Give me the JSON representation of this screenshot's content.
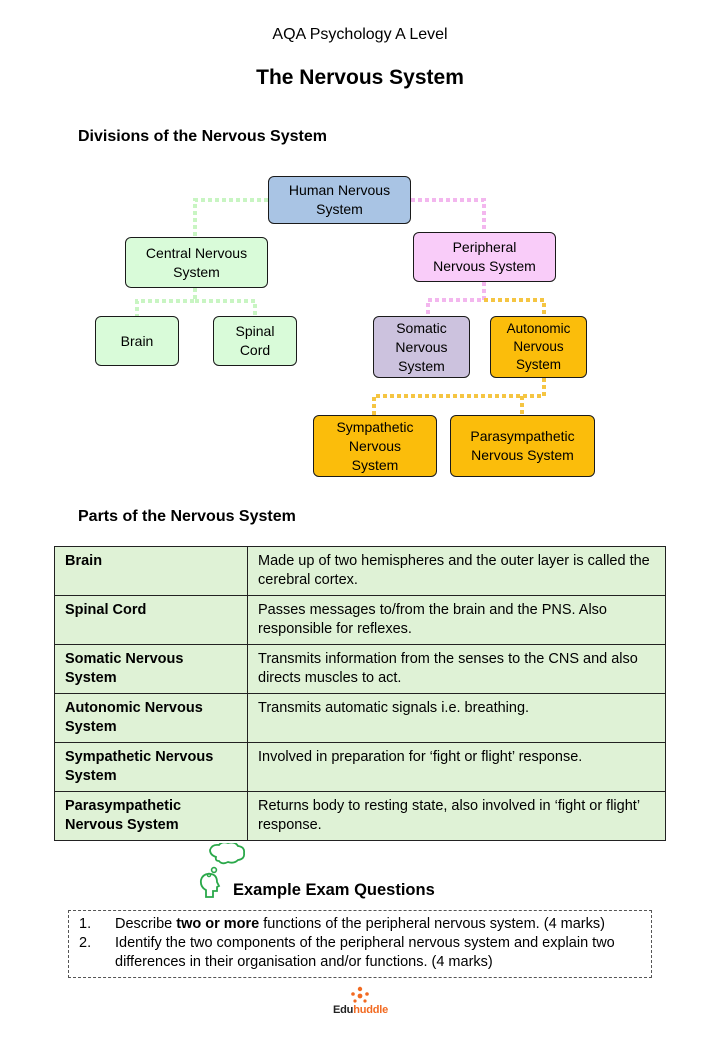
{
  "header": {
    "subtitle": "AQA Psychology A Level",
    "title": "The Nervous System"
  },
  "divisions": {
    "heading": "Divisions of the Nervous System",
    "nodes": {
      "human": "Human Nervous\nSystem",
      "cns": "Central Nervous\nSystem",
      "pns": "Peripheral\nNervous System",
      "brain": "Brain",
      "spinal": "Spinal\nCord",
      "somatic": "Somatic\nNervous\nSystem",
      "autonomic": "Autonomic\nNervous\nSystem",
      "sympathetic": "Sympathetic\nNervous\nSystem",
      "parasympathetic": "Parasympathetic\nNervous System"
    },
    "colors": {
      "green": "#d9fbd9",
      "blue": "#a9c4e4",
      "pink": "#f9ccf9",
      "purple": "#ccc2de",
      "orange": "#fbbd0b"
    }
  },
  "parts": {
    "heading": "Parts of the Nervous System",
    "rows": [
      {
        "term": "Brain",
        "desc": "Made up of two hemispheres and the outer layer is called the cerebral cortex."
      },
      {
        "term": "Spinal Cord",
        "desc": "Passes messages to/from the brain and the PNS. Also responsible for reflexes."
      },
      {
        "term": "Somatic Nervous System",
        "desc": "Transmits information from the senses to the CNS and also directs muscles to act."
      },
      {
        "term": "Autonomic Nervous System",
        "desc": "Transmits automatic signals i.e. breathing."
      },
      {
        "term": "Sympathetic Nervous System",
        "desc": "Involved in preparation for ‘fight or flight’ response."
      },
      {
        "term": "Parasympathetic Nervous System",
        "desc": "Returns body to resting state, also involved in ‘fight or flight’ response."
      }
    ]
  },
  "exam": {
    "heading": "Example Exam Questions",
    "questions": [
      {
        "num": "1.",
        "pre": "Describe ",
        "bold": "two or more",
        "post": " functions of the peripheral nervous system. (4 marks)"
      },
      {
        "num": "2.",
        "pre": "Identify the two components of the peripheral nervous system and explain two differences in their organisation and/or functions. (4 marks)",
        "bold": "",
        "post": ""
      }
    ]
  },
  "footer": {
    "logo_part1": "Edu",
    "logo_part2": "huddle",
    "logo_color_dark": "#222222",
    "logo_color_accent": "#f26a21"
  }
}
